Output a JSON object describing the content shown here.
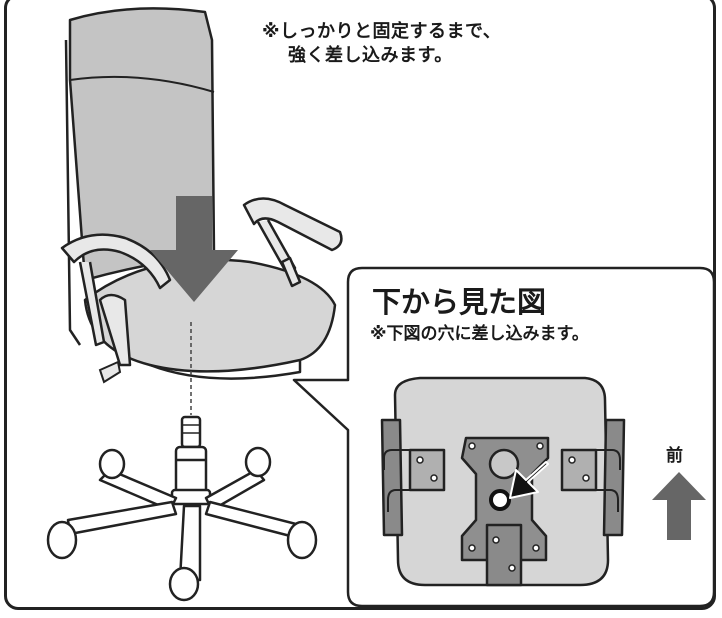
{
  "top_note": {
    "line1": "※しっかりと固定するまで、",
    "line2": "強く差し込みます。"
  },
  "callout": {
    "title": "下から見た図",
    "note": "※下図の穴に差し込みます。",
    "front_label": "前"
  },
  "colors": {
    "outline": "#222222",
    "seat_fill": "#d9d9d9",
    "mesh_fill": "#bdbdbd",
    "arrow_fill": "#666666",
    "base_fill": "#ffffff"
  },
  "icons": {
    "insert_arrow": "down-arrow-icon",
    "hole_pointer": "diagonal-arrow-icon",
    "front_arrow": "up-arrow-icon"
  }
}
